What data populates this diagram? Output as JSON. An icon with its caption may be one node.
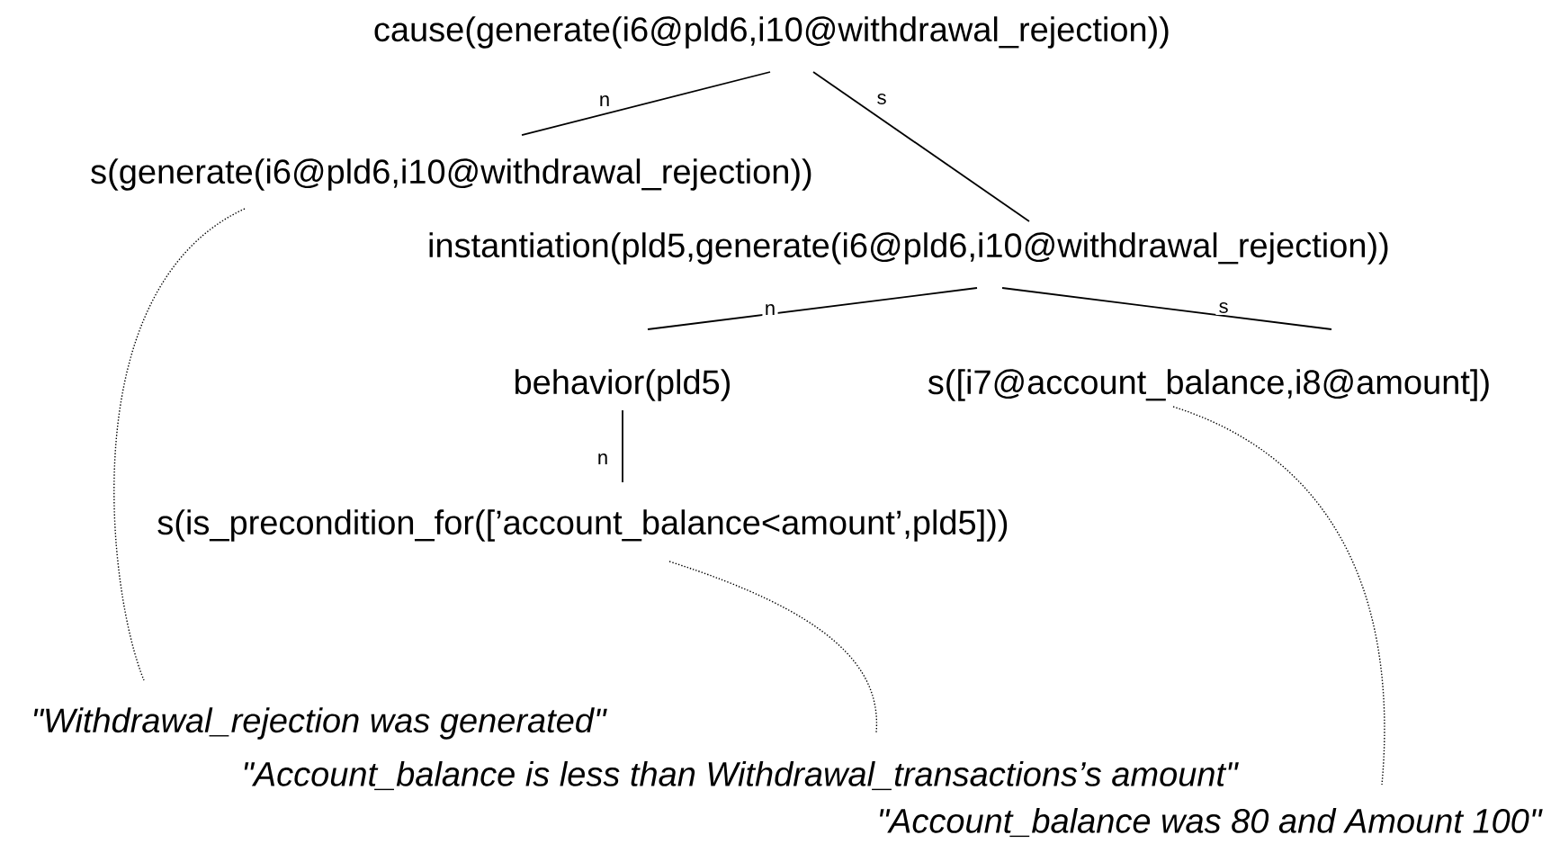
{
  "diagram": {
    "nodes": [
      {
        "text": [
          "cause(generate(i6@pld6,i10@withdrawal_rejection))"
        ]
      },
      {
        "text": [
          "s(generate(i6@pld6,i10@withdrawal_rejection))"
        ]
      },
      {
        "text": [
          "instantiation(pld5,generate(i6@pld6,i10@withdrawal_rejection))"
        ]
      },
      {
        "text": [
          "behavior(pld5)"
        ]
      },
      {
        "text": [
          "s([i7@account_balance,i8@amount])"
        ]
      },
      {
        "text": [
          "s(is_precondition_for([’account_balance<amount’,pld5]))"
        ]
      },
      {
        "text": [
          "\"Withdrawal_rejection was generated\""
        ]
      },
      {
        "text": [
          "\"Account_balance is less than Withdrawal_transactions’s amount\""
        ]
      },
      {
        "text": [
          "\"Account_balance was 80 and Amount 100\""
        ]
      }
    ],
    "edges": [
      {
        "from": 0,
        "to": 1,
        "arrow": "none",
        "label": "n"
      },
      {
        "from": 0,
        "to": 2,
        "arrow": "none",
        "label": "s"
      },
      {
        "from": 2,
        "to": 3,
        "arrow": "none",
        "label": "n"
      },
      {
        "from": 2,
        "to": 4,
        "arrow": "none",
        "label": "s"
      },
      {
        "from": 3,
        "to": 5,
        "arrow": "none",
        "label": "n"
      },
      {
        "from": 1,
        "to": 6,
        "arrow": "none",
        "style": "dashed"
      },
      {
        "from": 5,
        "to": 7,
        "arrow": "none",
        "style": "dashed"
      },
      {
        "from": 4,
        "to": 8,
        "arrow": "none",
        "style": "dashed"
      }
    ]
  }
}
